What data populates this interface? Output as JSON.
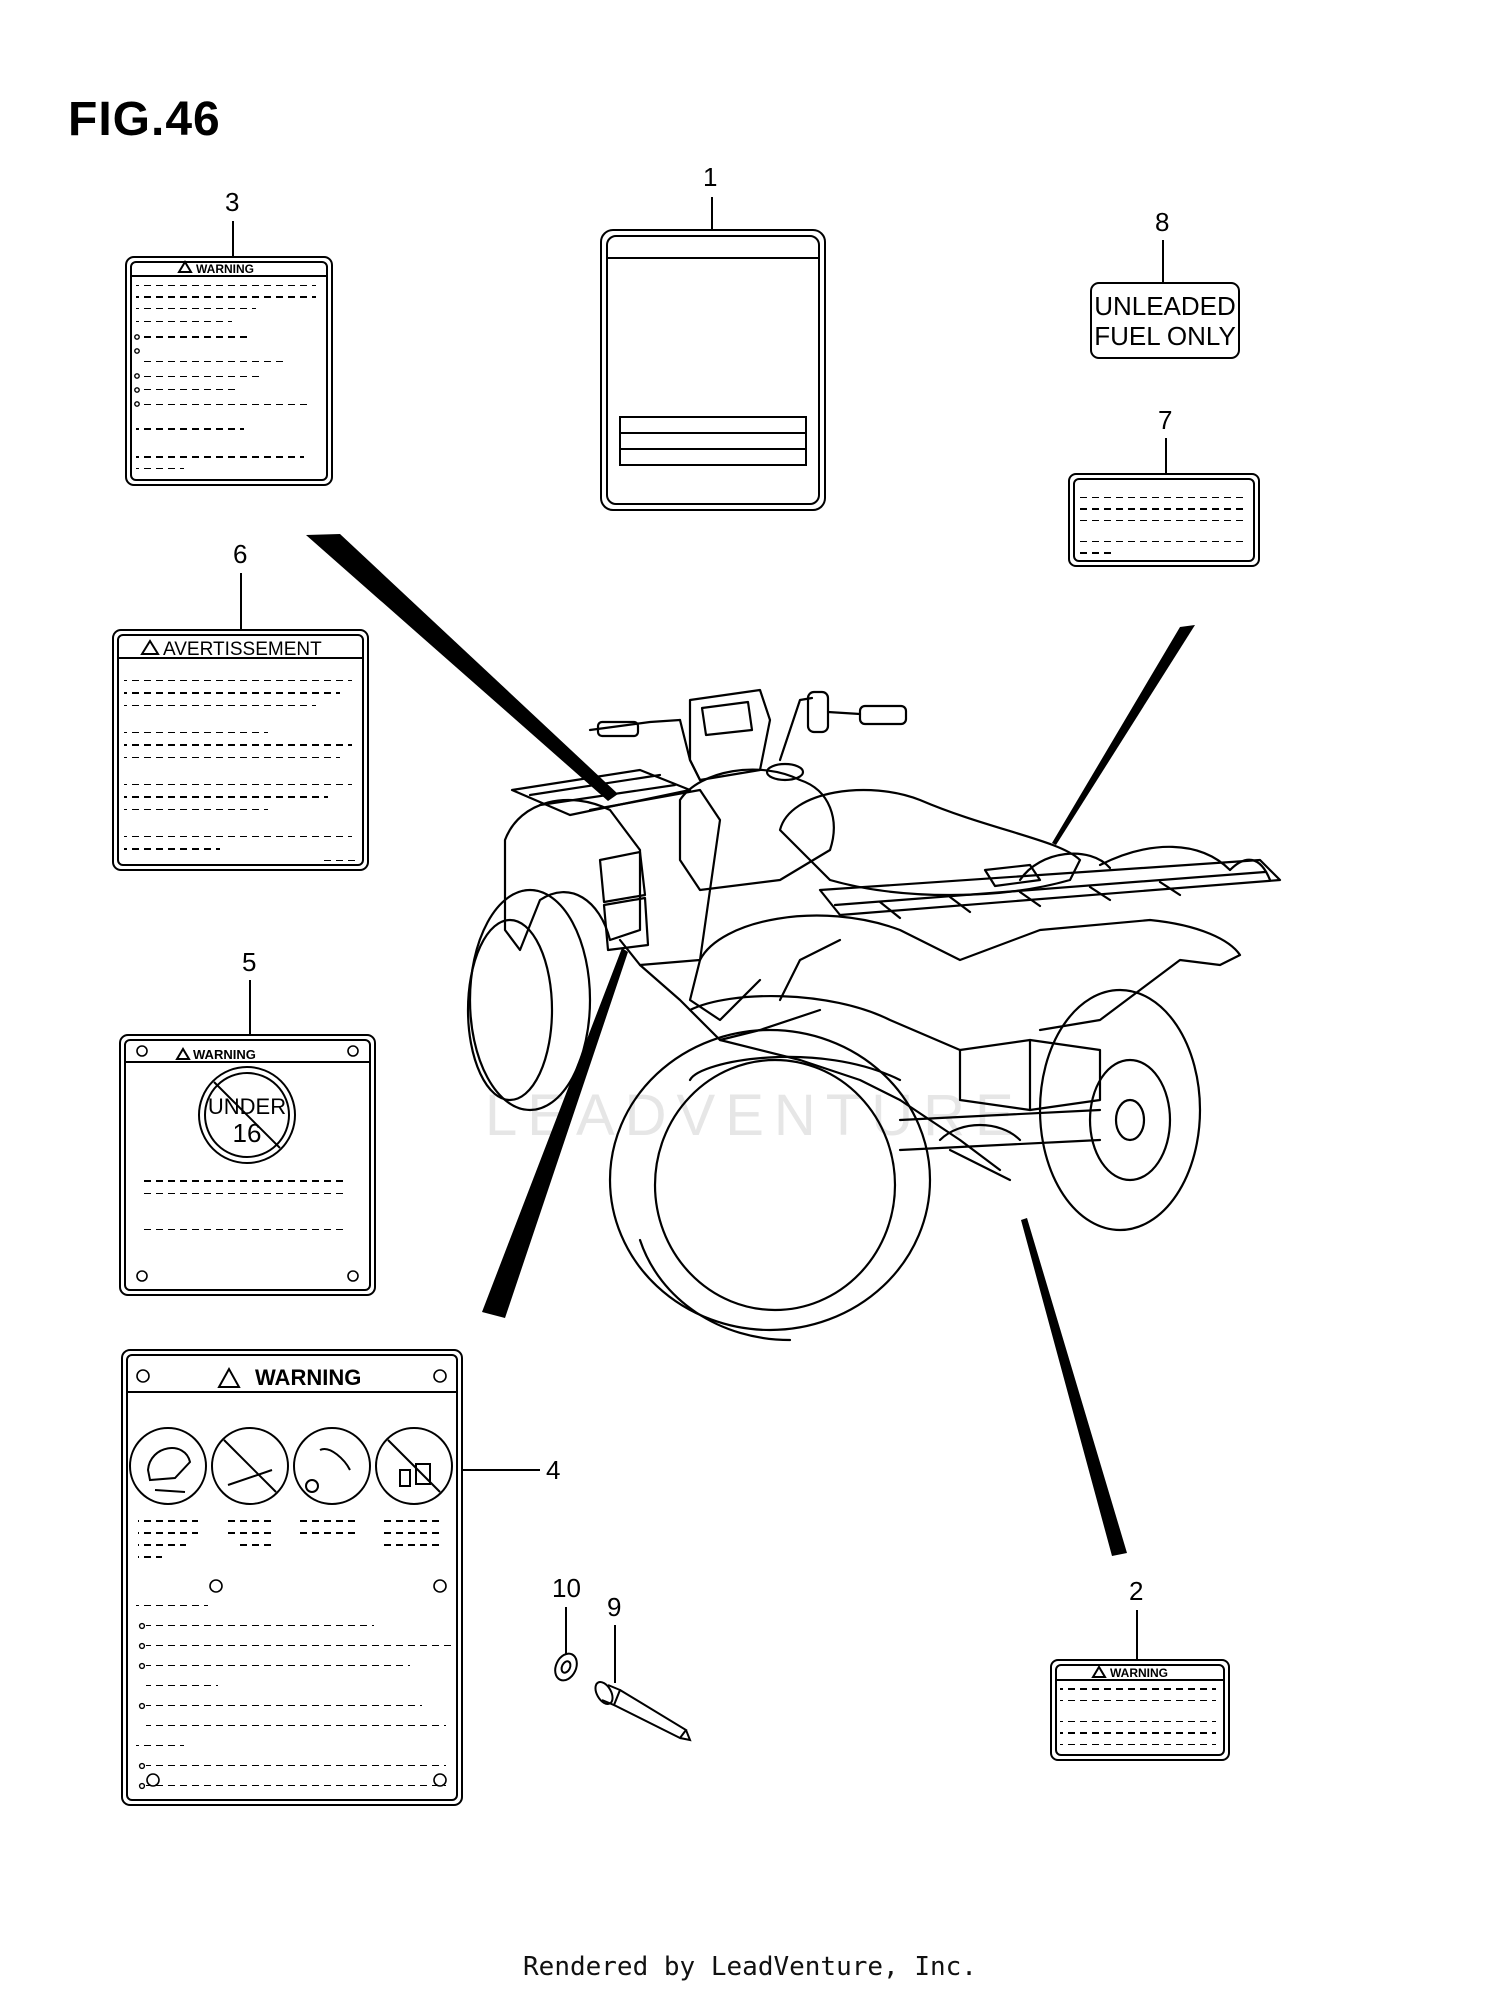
{
  "figure": {
    "title": "FIG.46",
    "footer": "Rendered by LeadVenture, Inc.",
    "watermark": "LEADVENTURE"
  },
  "callouts": {
    "c1": "1",
    "c2": "2",
    "c3": "3",
    "c4": "4",
    "c5": "5",
    "c6": "6",
    "c7": "7",
    "c8": "8",
    "c9": "9",
    "c10": "10"
  },
  "labels": {
    "warning_3": "WARNING",
    "warning_2": "WARNING",
    "warning_4": "WARNING",
    "warning_5": "WARNING",
    "avertissement_6": "AVERTISSEMENT",
    "fuel_line1": "UNLEADED",
    "fuel_line2": "FUEL ONLY",
    "age_line1": "UNDER",
    "age_line2": "16"
  },
  "colors": {
    "line": "#000000",
    "watermark": "#e6e6e6",
    "background": "#ffffff"
  },
  "icons": [
    "warning-triangle-icon",
    "no-riders-under-16-icon",
    "no-passenger-icon",
    "no-paved-road-icon",
    "helmet-icon",
    "no-alcohol-icon"
  ]
}
